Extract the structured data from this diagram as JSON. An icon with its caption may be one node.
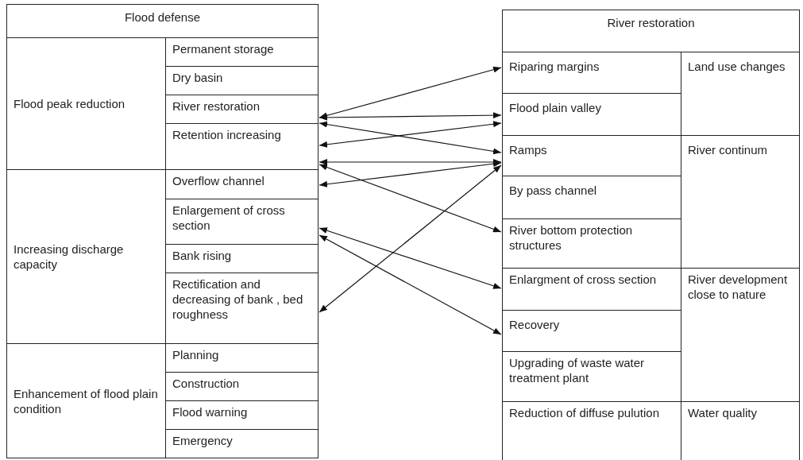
{
  "diagram": {
    "nodes": [
      {
        "text": [
          "Flood defense"
        ]
      },
      {
        "text": [
          "Flood peak reduction"
        ]
      },
      {
        "text": [
          "Permanent storage"
        ]
      },
      {
        "text": [
          "Dry basin"
        ]
      },
      {
        "text": [
          "River restoration"
        ]
      },
      {
        "text": [
          "Retention increasing"
        ]
      },
      {
        "text": [
          "Increasing discharge capacity"
        ]
      },
      {
        "text": [
          "Overflow channel"
        ]
      },
      {
        "text": [
          "Enlargement of cross section"
        ]
      },
      {
        "text": [
          "Bank rising"
        ]
      },
      {
        "text": [
          "Rectification and decreasing of bank , bed roughness"
        ]
      },
      {
        "text": [
          "Enhancement of flood plain condition"
        ]
      },
      {
        "text": [
          "Planning"
        ]
      },
      {
        "text": [
          "Construction"
        ]
      },
      {
        "text": [
          "Flood warning"
        ]
      },
      {
        "text": [
          "Emergency"
        ]
      },
      {
        "text": [
          "River restoration"
        ]
      },
      {
        "text": [
          "Riparing margins"
        ]
      },
      {
        "text": [
          "Flood plain valley"
        ]
      },
      {
        "text": [
          "Land use changes"
        ]
      },
      {
        "text": [
          "Ramps"
        ]
      },
      {
        "text": [
          "By pass channel"
        ]
      },
      {
        "text": [
          "River bottom protection structures"
        ]
      },
      {
        "text": [
          "River continum"
        ]
      },
      {
        "text": [
          "Enlargment of cross section"
        ]
      },
      {
        "text": [
          "Recovery"
        ]
      },
      {
        "text": [
          "Upgrading of waste water treatment plant"
        ]
      },
      {
        "text": [
          "River development close to nature"
        ]
      },
      {
        "text": [
          "Reduction of diffuse pulution"
        ]
      },
      {
        "text": [
          "Water quality"
        ]
      }
    ],
    "edges": [
      {
        "from": 4,
        "to": 17,
        "arrow": "both"
      },
      {
        "from": 4,
        "to": 18,
        "arrow": "both"
      },
      {
        "from": 4,
        "to": 20,
        "arrow": "both"
      },
      {
        "from": 5,
        "to": 18,
        "arrow": "both"
      },
      {
        "from": 5,
        "to": 20,
        "arrow": "both"
      },
      {
        "from": 7,
        "to": 20,
        "arrow": "both"
      },
      {
        "from": 5,
        "to": 22,
        "arrow": "both"
      },
      {
        "from": 10,
        "to": 20,
        "arrow": "both"
      },
      {
        "from": 8,
        "to": 24,
        "arrow": "both"
      },
      {
        "from": 8,
        "to": 25,
        "arrow": "both"
      }
    ]
  }
}
